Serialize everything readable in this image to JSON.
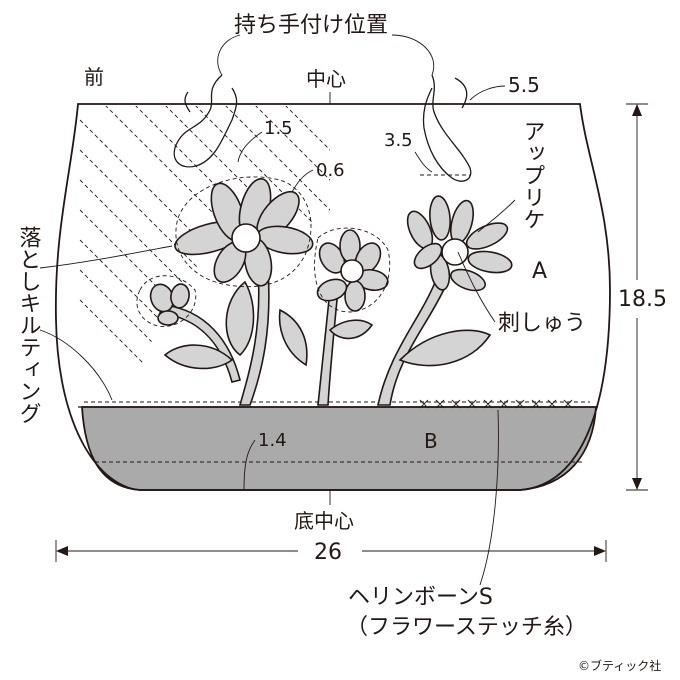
{
  "labels": {
    "handle_position": "持ち手付け位置",
    "front": "前",
    "center": "中心",
    "dim_5_5": "5.5",
    "dim_1_5": "1.5",
    "dim_3_5": "3.5",
    "dim_0_6": "0.6",
    "applique": "アップリケ",
    "applique_a": "A",
    "embroidery": "刺しゅう",
    "quilting": "落としキルティング",
    "dim_18_5": "18.5",
    "dim_1_4": "1.4",
    "part_b": "B",
    "bottom_center": "底中心",
    "width_26": "26",
    "herringbone": "ヘリンボーンS",
    "thread": "（フラワーステッチ糸）",
    "copyright": "©ブティック社"
  },
  "colors": {
    "line": "#231815",
    "fill_gray": "#aaaaaa",
    "flower_fill": "#d4d4d4",
    "background": "#ffffff"
  }
}
